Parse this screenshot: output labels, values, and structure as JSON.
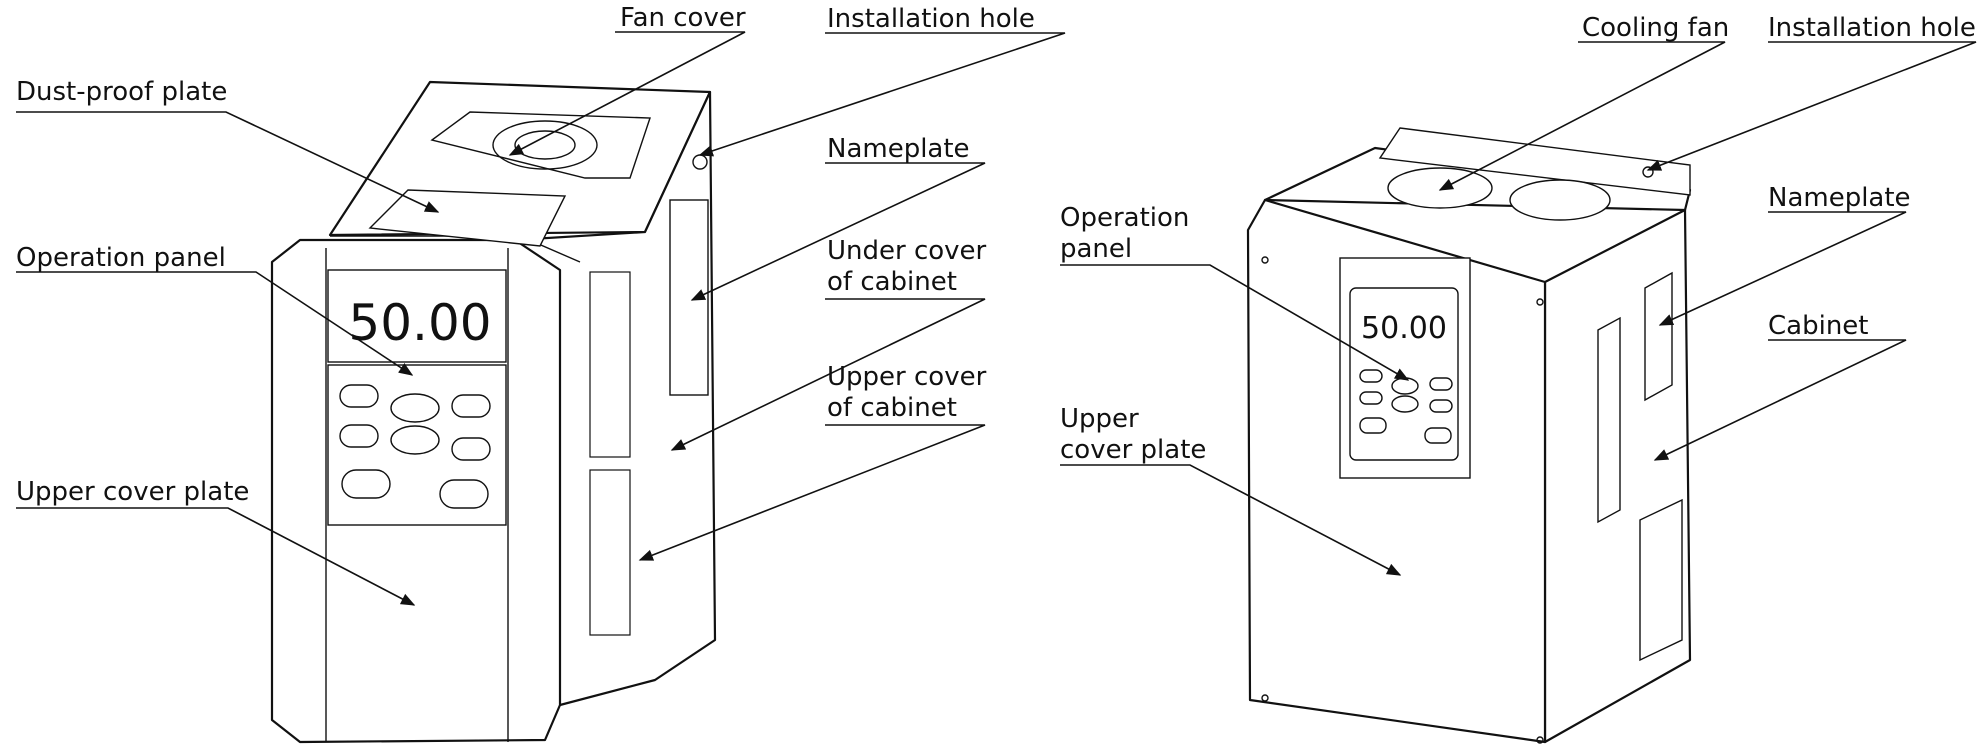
{
  "left_device": {
    "display_value": "50.00",
    "labels": {
      "fan_cover": "Fan cover",
      "installation_hole": "Installation hole",
      "dust_proof_plate": "Dust-proof plate",
      "nameplate": "Nameplate",
      "operation_panel": "Operation panel",
      "under_cover_line1": "Under cover",
      "under_cover_line2": "of cabinet",
      "upper_cover_cabinet_line1": "Upper cover",
      "upper_cover_cabinet_line2": "of cabinet",
      "upper_cover_plate": "Upper cover plate"
    }
  },
  "right_device": {
    "display_value": "50.00",
    "labels": {
      "cooling_fan": "Cooling fan",
      "installation_hole": "Installation hole",
      "nameplate": "Nameplate",
      "operation_panel_line1": "Operation",
      "operation_panel_line2": "panel",
      "cabinet": "Cabinet",
      "upper_cover_plate_line1": "Upper",
      "upper_cover_plate_line2": "cover plate"
    }
  }
}
